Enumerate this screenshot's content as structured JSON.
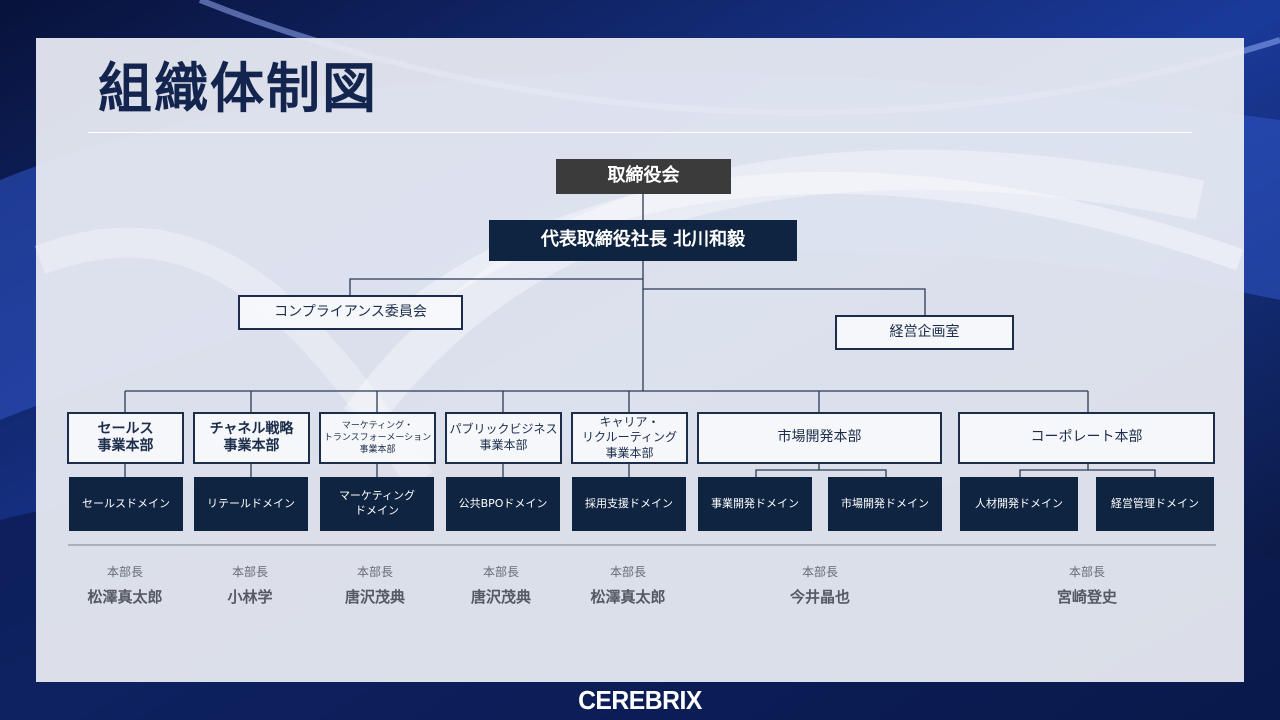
{
  "slide": {
    "title": "組織体制図",
    "logo": "CEREBRIX"
  },
  "top": {
    "board": "取締役会",
    "president": "代表取締役社長 北川和毅",
    "compliance": "コンプライアンス委員会",
    "planning": "経営企画室"
  },
  "divisions": [
    {
      "lines": [
        "セールス",
        "事業本部"
      ],
      "domains": [
        [
          "セールスドメイン"
        ]
      ],
      "head_role": "本部長",
      "head_name": "松澤真太郎"
    },
    {
      "lines": [
        "チャネル戦略",
        "事業本部"
      ],
      "domains": [
        [
          "リテールドメイン"
        ]
      ],
      "head_role": "本部長",
      "head_name": "小林学"
    },
    {
      "lines": [
        "マーケティング・",
        "トランスフォーメーション",
        "事業本部"
      ],
      "domains": [
        [
          "マーケティング",
          "ドメイン"
        ]
      ],
      "head_role": "本部長",
      "head_name": "唐沢茂典"
    },
    {
      "lines": [
        "パブリックビジネス",
        "事業本部"
      ],
      "domains": [
        [
          "公共BPOドメイン"
        ]
      ],
      "head_role": "本部長",
      "head_name": "唐沢茂典"
    },
    {
      "lines": [
        "キャリア・",
        "リクルーティング",
        "事業本部"
      ],
      "domains": [
        [
          "採用支援ドメイン"
        ]
      ],
      "head_role": "本部長",
      "head_name": "松澤真太郎"
    },
    {
      "lines": [
        "市場開発本部"
      ],
      "domains": [
        [
          "事業開発ドメイン"
        ],
        [
          "市場開発ドメイン"
        ]
      ],
      "head_role": "本部長",
      "head_name": "今井晶也"
    },
    {
      "lines": [
        "コーポレート本部"
      ],
      "domains": [
        [
          "人材開発ドメイン"
        ],
        [
          "経営管理ドメイン"
        ]
      ],
      "head_role": "本部長",
      "head_name": "宮崎登史"
    }
  ],
  "colors": {
    "navy": "#0f2440",
    "board_gray": "#3b3b3b",
    "title": "#13254e",
    "background": "#0a1638"
  }
}
